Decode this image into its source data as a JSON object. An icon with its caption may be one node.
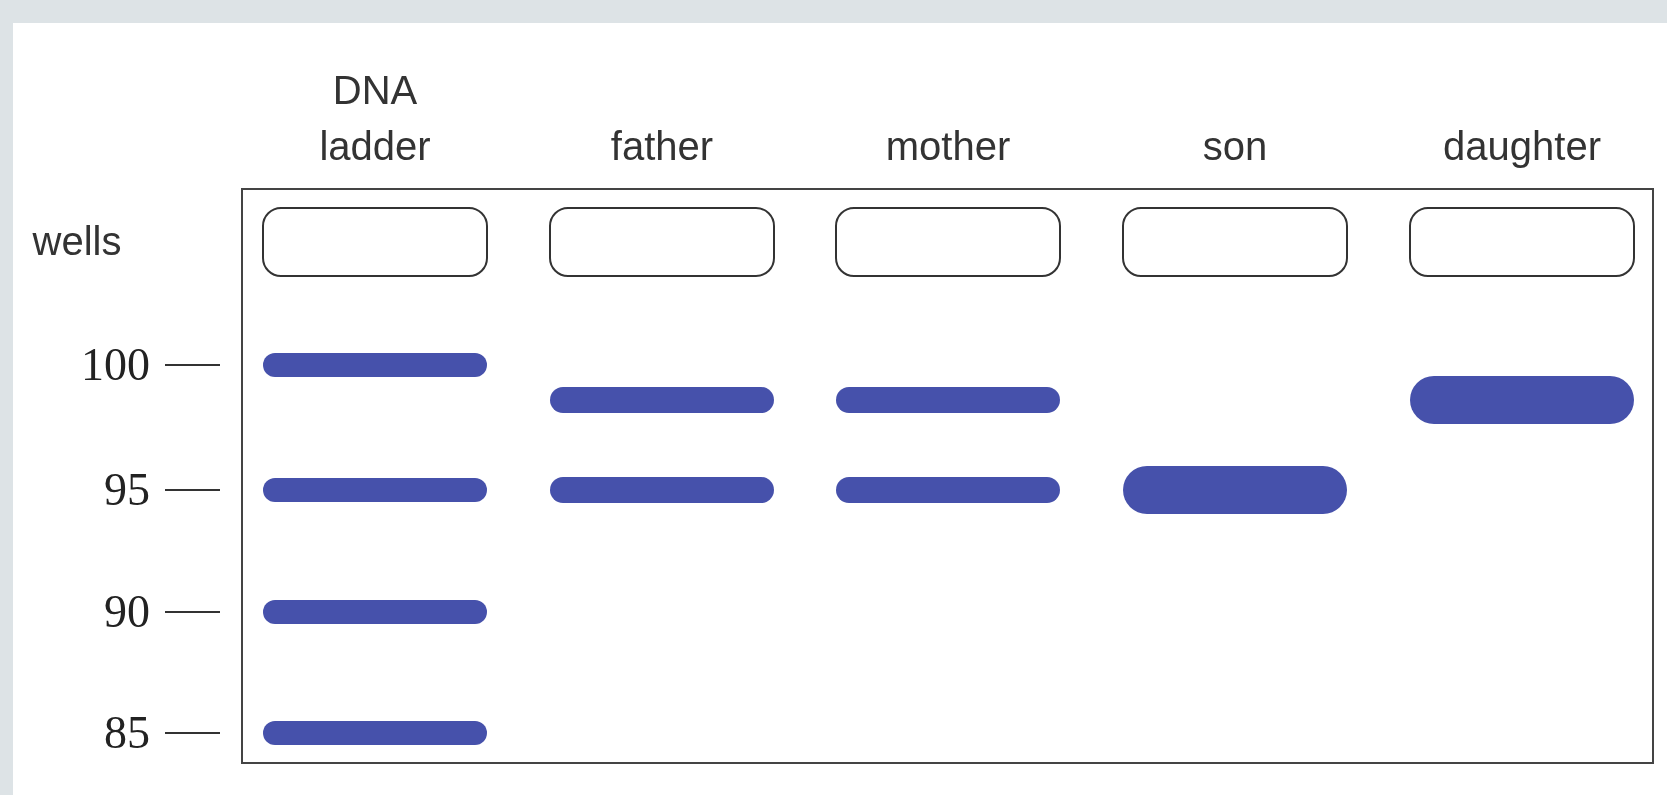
{
  "diagram": {
    "labels": [
      "DNA ladder",
      "father",
      "mother",
      "son",
      "daughter",
      "wells",
      "100",
      "95",
      "90",
      "85"
    ]
  }
}
